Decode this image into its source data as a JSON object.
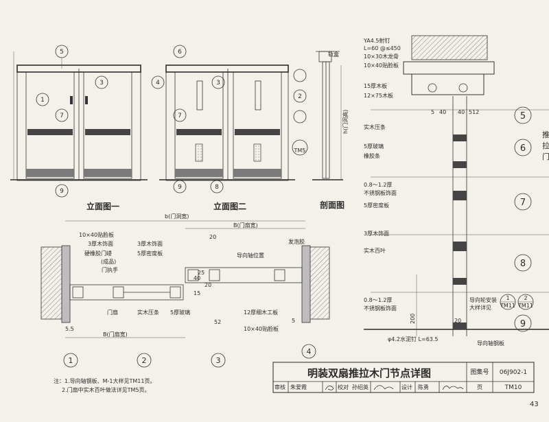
{
  "drawings": {
    "elev1": {
      "title": "立面图一",
      "callouts": [
        "5",
        "3",
        "1",
        "7",
        "9"
      ]
    },
    "elev2": {
      "title": "立面图二",
      "callouts": [
        "6",
        "4",
        "3",
        "2",
        "7",
        "8",
        "9"
      ],
      "tag": "TM5"
    },
    "section": {
      "title": "剖面图",
      "label_track": "轨盒",
      "label_height": "h(门洞高)"
    }
  },
  "plan": {
    "dim_top": "b(门洞宽)",
    "dim_leaf_top": "B(门扇宽)",
    "dim_leaf_bottom": "B(门扇宽)",
    "labels": {
      "face_board": "10×40贴脸板",
      "veneer_left": "3厚木饰面",
      "handle": "硬橡胶门嵝",
      "handle_note": "(成品)",
      "handle_name": "门执手",
      "veneer_mid": "3厚木饰面",
      "mdf": "5厚密度板",
      "leaf": "门扇",
      "wood_strip": "实木压条",
      "glass": "5厚玻璃",
      "guide_pos": "导向轴位置",
      "foam": "发泡胶",
      "thin_board": "12厚细木工板",
      "face_board2": "10×40贴脸板"
    },
    "dims": {
      "d20a": "20",
      "d20b": "20",
      "d52": "52",
      "d5": "5",
      "d40": "40",
      "d25": "25",
      "d15": "15",
      "d545": "5.5"
    },
    "detail_numbers": [
      "1",
      "2",
      "3",
      "4"
    ]
  },
  "detail": {
    "labels": {
      "nail": "YA4.5射钉",
      "spacing": "L=60 @≤450",
      "square_tube": "10×30木龙骨",
      "face_board": "10×40贴脸板",
      "board15": "15厚木板",
      "board12": "12×75木板",
      "strip": "实木压条",
      "glass": "5厚玻璃",
      "rubber": "橡胶条",
      "steel_a": "0.8～1.2厚",
      "steel_a2": "不锈钢板饰面",
      "mdf": "5厚密度板",
      "veneer": "3厚木饰面",
      "louver": "实木百叶",
      "steel_b": "0.8～1.2厚",
      "steel_b2": "不锈钢板饰面",
      "guide_wheel": "导向轮安装",
      "guide_wheel2": "大样详见",
      "cement_nail": "φ4.2水泥钉 L=63.5",
      "guide_plate": "导向轴钢板",
      "tm11a": "TM11",
      "tm11b": "TM11",
      "tm11a_n": "1",
      "tm11b_n": "2"
    },
    "dims": {
      "d5": "5",
      "d40": "40",
      "d40b": "40",
      "d512": "512",
      "d200": "200",
      "d20": "20"
    },
    "section_markers": [
      "5",
      "6",
      "7",
      "8",
      "9"
    ]
  },
  "title_block": {
    "title": "明装双扇推拉木门节点详图",
    "atlas_label": "图集号",
    "atlas_value": "06J902-1",
    "row": [
      "审核",
      "朱爱霞",
      "校对",
      "孙绍英",
      "设计",
      "陈勇",
      "页"
    ],
    "page_code": "TM10"
  },
  "notes": {
    "n1": "注：1.导向轴钢板、M-1大样见TM11页。",
    "n2": "2.门扇中实木百叶做法详见TM5页。"
  },
  "page_number": "43",
  "right_edge": [
    "推",
    "拉",
    "门"
  ]
}
